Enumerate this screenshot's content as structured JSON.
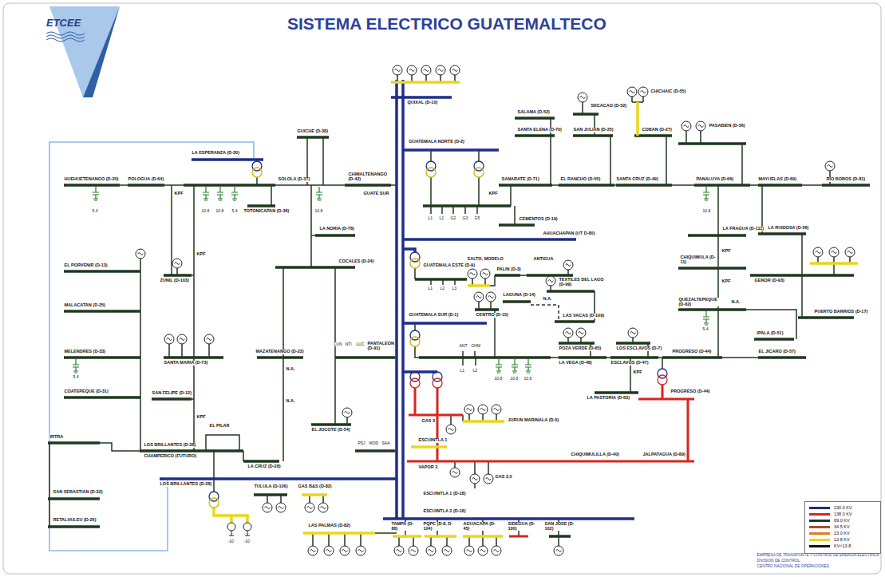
{
  "diagram": {
    "title": "SISTEMA ELECTRICO GUATEMALTECO",
    "labels": [
      "ETCEE",
      "HUEHUETENANGO (D-20)",
      "POLOGUA (D-64)",
      "LA ESPERANZA (D-30)",
      "GUICHE (D-38)",
      "SOLOLA (D-37)",
      "CHIMALTENANGO (D-42)",
      "GUATE SUR",
      "TOTONICAPAN (D-36)",
      "KPF",
      "5.4",
      "10.8",
      "10.8",
      "5.4",
      "10.8",
      "LA NORIA (D-78)",
      "COCALES (D-24)",
      "EL PORVENIR (D-13)",
      "ZUNIL (D-103)",
      "KPF",
      "MALACATAN (D-25)",
      "SANTA MARIA (D-73)",
      "MELENDRES (D-33)",
      "5.4",
      "COATEPEQUE (D-31)",
      "SAN FELIPE (D-12)",
      "KPF",
      "MAZATENANGO (D-22)",
      "LUN",
      "NTI",
      "LUC",
      "PANTALEON (D-91)",
      "N.A.",
      "N.A.",
      "EL JOCOTE (D-54)",
      "IRTRA",
      "LOS BRILLANTES (D-38)",
      "CHAMPERICO (FUTURO)",
      "EL PILAR",
      "LA CRUZ (D-28)",
      "TULULA (D-106)",
      "GAS B&S (D-82)",
      "PSJ",
      "MOD",
      "SAA",
      "SAN SEBASTIAN (D-32)",
      "RETALHULEU (D-26)",
      "LOS BRILLANTES (D-38)",
      "-10",
      "-10",
      "LAS PALMAS (D-82)",
      "QUIXAL (D-10)",
      "GUATEMALA NORTE (D-2)",
      "L1",
      "L2",
      "G2",
      "G3",
      "G5",
      "KPF",
      "SANARATE (D-71)",
      "CEMENTOS (D-19)",
      "SALAMA (D-52)",
      "SANTA ELENA (D-70)",
      "SECACAO (D-52)",
      "SAN JULIAN (D-25)",
      "CHICHAIC (D-55)",
      "COBAN (D-27)",
      "PASABIEN (D-56)",
      "EL RANCHO (D-55)",
      "SANTA CRUZ (D-49)",
      "PANALUYA (D-66)",
      "10.8",
      "MAYUELAS (D-69)",
      "RIO BOBOS (D-81)",
      "LA RUIDOSA (D-56)",
      "GENOR (D-93)",
      "PUERTO BARRIOS (D-17)",
      "LA FRAGUA (D-111)",
      "CHIQUIMULA (D-11)",
      "KPF",
      "KPF",
      "QUEZALTEPEQUE (D-62)",
      "N.A.",
      "5.4",
      "IPALA (D-51)",
      "AHUACHAPAN (UT D-80)",
      "GUATEMALA ESTE (D-9)",
      "L1",
      "L2",
      "L3",
      "SALTO, MODELO",
      "PALIN (D-3)",
      "ANTIGUA",
      "TEXTILES DEL LAGO (D-99)",
      "LAGUNA (D-14)",
      "N.A.",
      "LAS VACAS (D-109)",
      "CENTRO (D-15)",
      "POZA VERDE (D-65)",
      "LOS ESCLAVOS (D-7)",
      "GUATEMALA SUR (D-1)",
      "ANT",
      "CHM",
      "L1",
      "L2",
      "10.8",
      "10.8",
      "10.8",
      "LA VEGA (D-48)",
      "ESCLAVOS (D-47)",
      "PROGRESO (D-44)",
      "EL JICARO (D-57)",
      "KPF",
      "LA PASTORIA (D-63)",
      "PROGRESO (D-44)",
      "JURUN MARINALA (D-5)",
      "GAS 3",
      "ESCUINTLA 1",
      "VAPOR 2",
      "GAS 2,5",
      "ESCUINTLA 1 (D-18)",
      "CHIQUIMULILLA (D-40)",
      "JALPATAGUA (D-89)",
      "ESCUINTLA 2 (D-18)",
      "TAMPA (D-86)",
      "PQPC (D-8, D-104)",
      "AGUACAPA (D-45)",
      "SIDEGUA (D-100)",
      "SAN JOSE (D-102)",
      "EMPRESA DE TRANSPORTE Y CONTROL DE ENERGIA ELECTRICA",
      "DIVISION DE CONTROL",
      "CENTRO NACIONAL DE OPERACIONES"
    ],
    "legend": [
      {
        "text": "230.0 KV",
        "color": "#1f2e8a"
      },
      {
        "text": "138.0 KV",
        "color": "#d8261f"
      },
      {
        "text": "69.0 KV",
        "color": "#203820"
      },
      {
        "text": "34.5 KV",
        "color": "#a0522d"
      },
      {
        "text": "23.0 KV",
        "color": "#e07b20"
      },
      {
        "text": "13.8 KV",
        "color": "#e9d71c"
      },
      {
        "text": "KV<13.8",
        "color": "#111111"
      }
    ]
  }
}
